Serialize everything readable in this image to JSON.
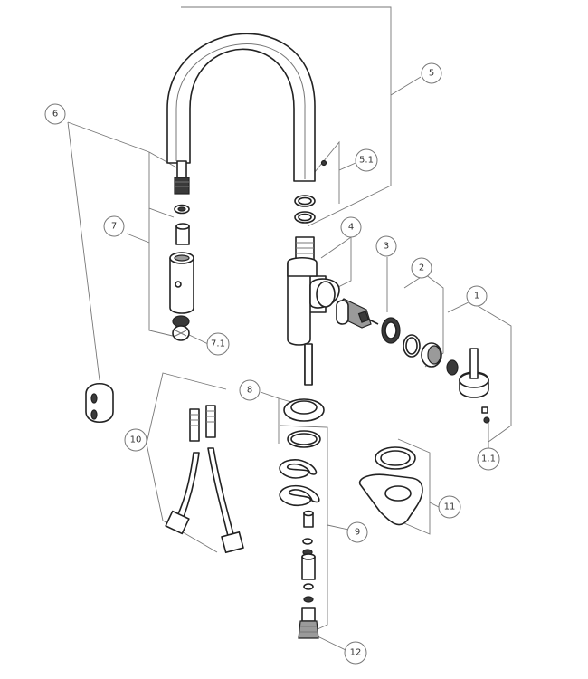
{
  "callouts": {
    "c1": "1",
    "c1_1": "1.1",
    "c2": "2",
    "c3": "3",
    "c4": "4",
    "c5": "5",
    "c5_1": "5.1",
    "c6": "6",
    "c7": "7",
    "c7_1": "7.1",
    "c8": "8",
    "c9": "9",
    "c10": "10",
    "c11": "11",
    "c12": "12"
  }
}
